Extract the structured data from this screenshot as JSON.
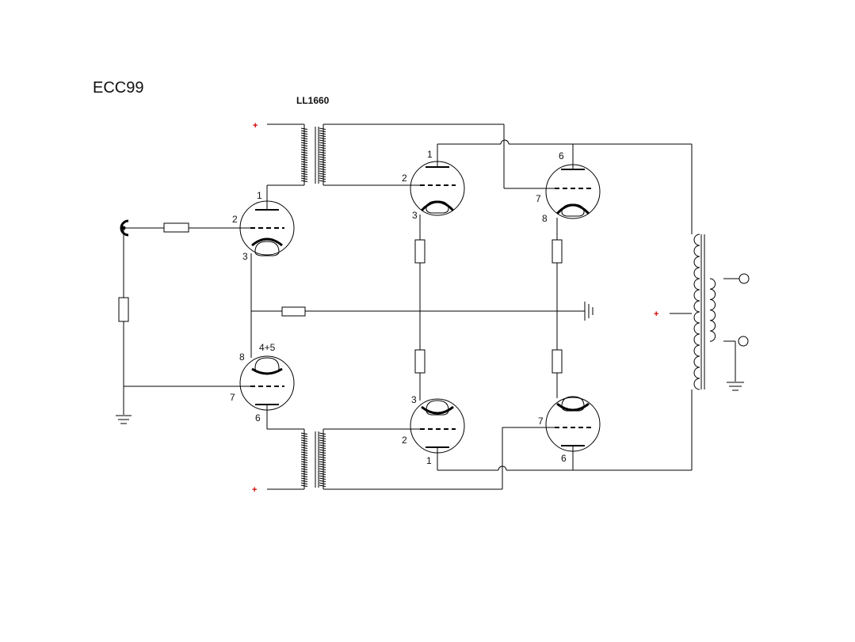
{
  "diagram": {
    "title": "ECC99",
    "transformer_label": "LL1660",
    "supply_marks": [
      "+",
      "+",
      "+"
    ],
    "tubes": [
      {
        "name": "input-tube-top",
        "pins": [
          "1",
          "2",
          "3"
        ]
      },
      {
        "name": "input-tube-bottom",
        "pins": [
          "4+5",
          "8",
          "7",
          "6"
        ]
      },
      {
        "name": "driver-tube-top-left",
        "pins": [
          "1",
          "2",
          "3"
        ]
      },
      {
        "name": "driver-tube-top-right",
        "pins": [
          "6",
          "7",
          "8"
        ]
      },
      {
        "name": "driver-tube-bottom-left",
        "pins": [
          "3",
          "2",
          "1"
        ]
      },
      {
        "name": "driver-tube-bottom-right",
        "pins": [
          "7",
          "6"
        ]
      }
    ]
  }
}
